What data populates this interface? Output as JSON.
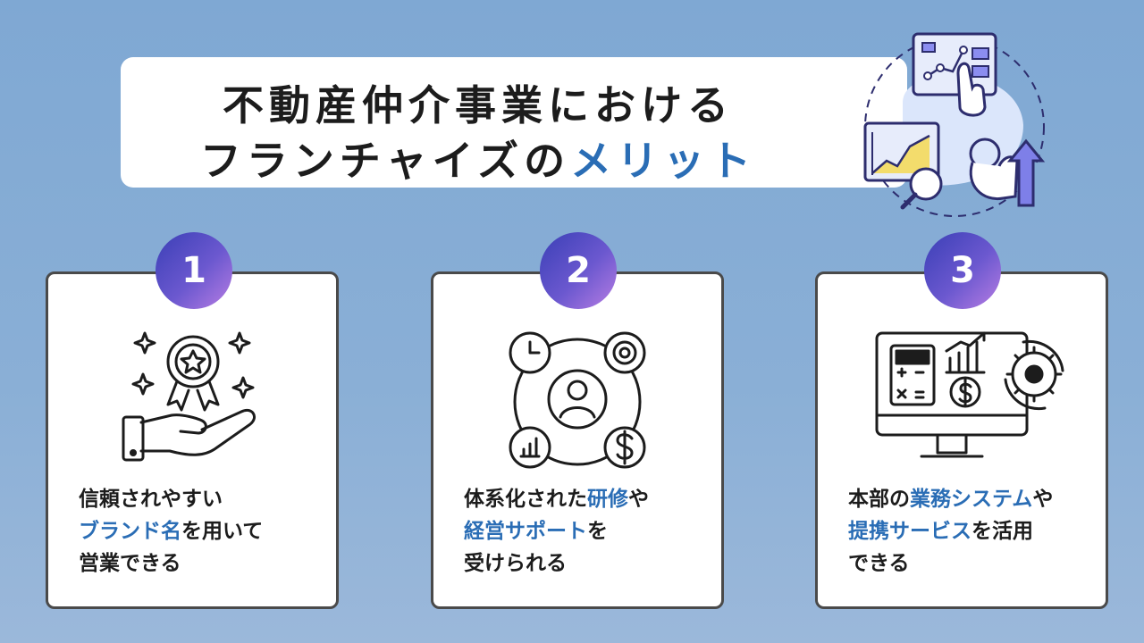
{
  "title": {
    "line1": "不動産仲介事業における",
    "line2_prefix": "フランチャイズの",
    "line2_accent": "メリット"
  },
  "colors": {
    "accent": "#2a6db5",
    "badge_start": "#3a3fb6",
    "badge_end": "#b77de3"
  },
  "cards": [
    {
      "number": "1",
      "icon": "award-hand-icon",
      "line1": "信頼されやすい",
      "line2_hl": "ブランド名",
      "line2_rest": "を用いて",
      "line3": "営業できる"
    },
    {
      "number": "2",
      "icon": "support-network-icon",
      "line1_pre": "体系化された",
      "line1_hl": "研修",
      "line1_post": "や",
      "line2_hl": "経営サポート",
      "line2_rest": "を",
      "line3": "受けられる"
    },
    {
      "number": "3",
      "icon": "business-system-icon",
      "line1_pre": "本部の",
      "line1_hl": "業務システム",
      "line1_post": "や",
      "line2_hl": "提携サービス",
      "line2_rest": "を活用",
      "line3": "できる"
    }
  ]
}
